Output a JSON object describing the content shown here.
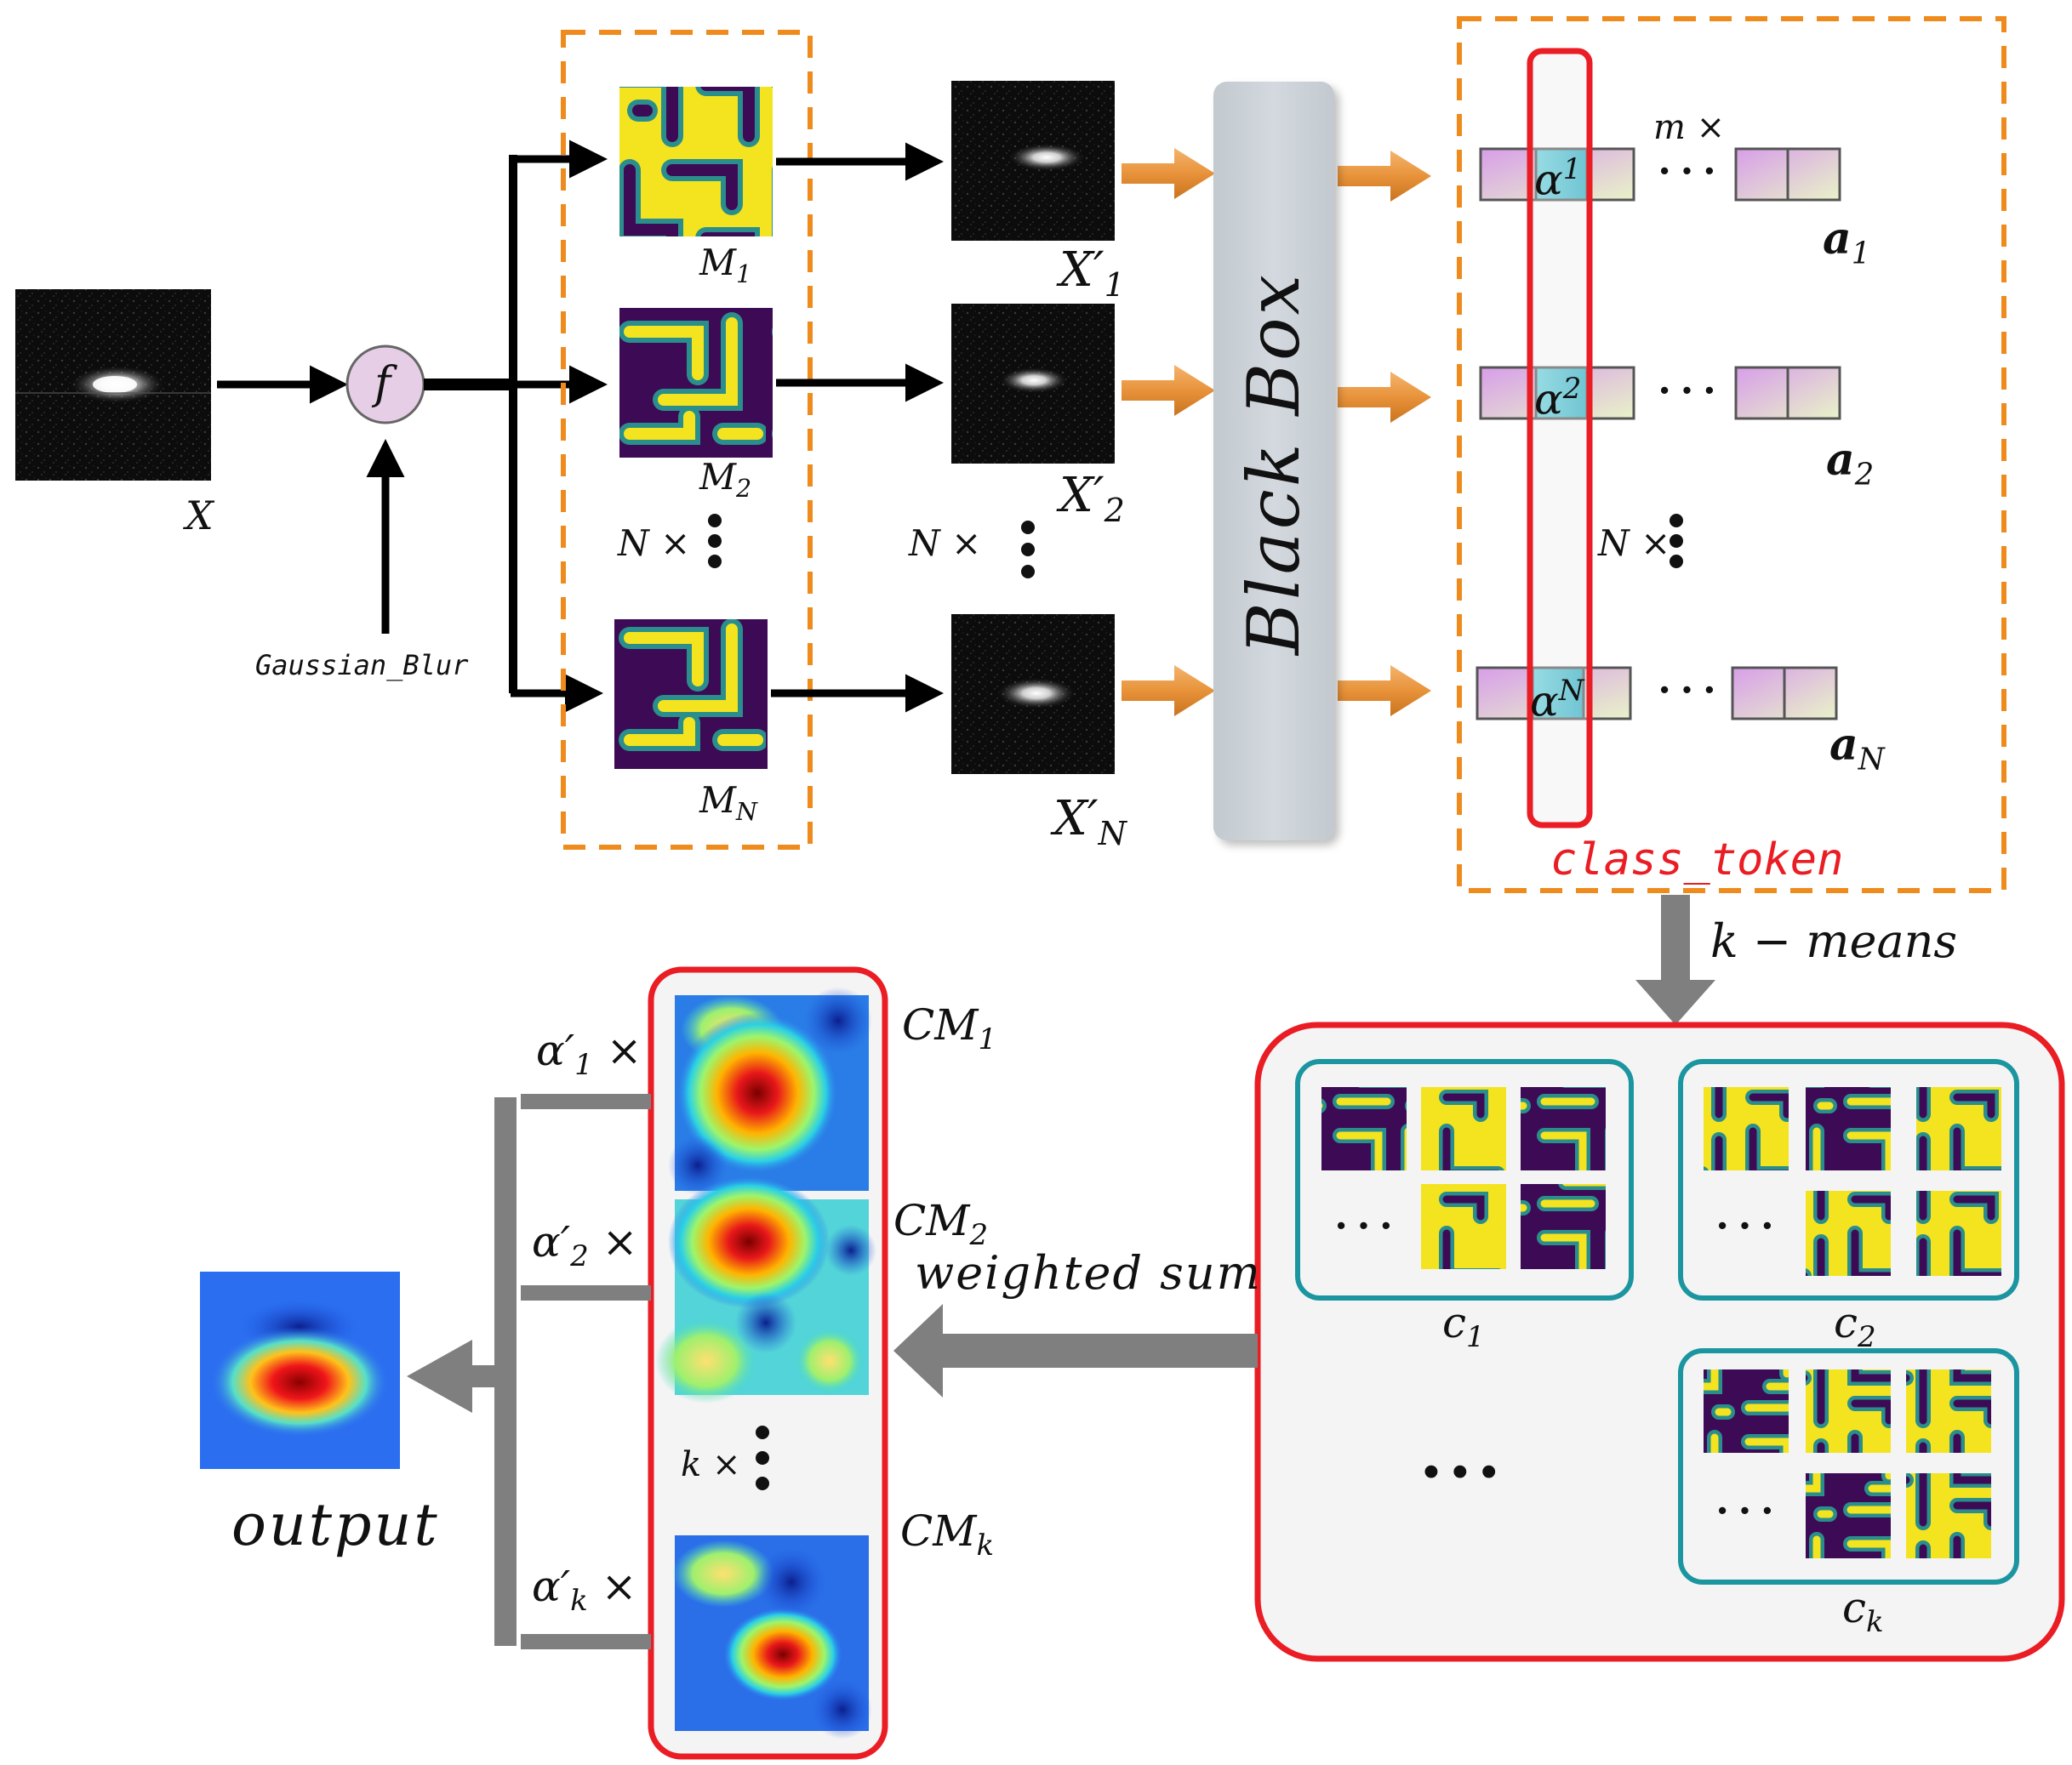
{
  "labels": {
    "input": "X",
    "func": "f",
    "gaussian": "Gaussian_Blur",
    "m1": "M",
    "m1_sub": "1",
    "m2": "M",
    "m2_sub": "2",
    "mn": "M",
    "mn_sub": "N",
    "n_times_masks": "N ×",
    "n_times_images": "N ×",
    "n_times_tokens": "N ×",
    "x1": "X′",
    "x1_sub": "1",
    "x2": "X′",
    "x2_sub": "2",
    "xn": "X′",
    "xn_sub": "N",
    "black_box": "Black Box",
    "m_times": "m ×",
    "alpha1": "α",
    "alpha1_sup": "1",
    "alpha2": "α",
    "alpha2_sup": "2",
    "alphaN": "α",
    "alphaN_sup": "N",
    "a1": "a",
    "a1_sub": "1",
    "a2": "a",
    "a2_sub": "2",
    "aN": "a",
    "aN_sub": "N",
    "dots": "···",
    "class_token": "class_token",
    "kmeans": "k − means",
    "c1": "c",
    "c1_sub": "1",
    "c2": "c",
    "c2_sub": "2",
    "ck": "c",
    "ck_sub": "k",
    "weighted_sum": "weighted sum",
    "cm1": "CM",
    "cm1_sub": "1",
    "cm2": "CM",
    "cm2_sub": "2",
    "cmk": "CM",
    "cmk_sub": "k",
    "w1": "α′",
    "w1_sub": "1",
    "w1_x": "×",
    "w2": "α′",
    "w2_sub": "2",
    "w2_x": "×",
    "wk": "α′",
    "wk_sub": "k",
    "wk_x": "×",
    "k_times": "k ×",
    "output": "output"
  },
  "colors": {
    "orange_dash": "#ef8a1d",
    "orange_arrow": "#e8933a",
    "red": "#ea1c24",
    "teal": "#1b95a0",
    "gray_arrow": "#7f7f7f",
    "viridis_dark": "#3d0b55",
    "viridis_mid": "#2a8c8c",
    "viridis_yellow": "#f5e51c",
    "token_cyan": "#5bc9d8",
    "token_pink": "#e2a8ee"
  }
}
